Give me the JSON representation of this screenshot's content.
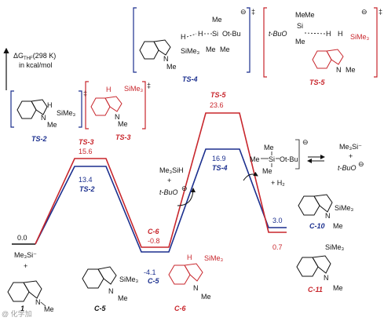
{
  "colors": {
    "blue": "#1b2f8e",
    "red": "#c8262c",
    "black": "#111111"
  },
  "axis": {
    "label_line1": "ΔG",
    "label_sub": "THF",
    "label_rest": "(298 K)",
    "label_line2": "in kcal/mol"
  },
  "levels": {
    "start": {
      "value": "0.0",
      "species": "Me₃Si⁻",
      "plus": "+",
      "compound": "1",
      "compound_sub": "N–Me"
    },
    "ts2": {
      "name": "TS-2",
      "value": "13.4"
    },
    "ts3": {
      "name": "TS-3",
      "value": "15.6"
    },
    "c5": {
      "name": "C-5",
      "value": "-4.1"
    },
    "c6": {
      "name": "C-6",
      "value": "-0.8"
    },
    "ts4": {
      "name": "TS-4",
      "value": "16.9"
    },
    "ts5": {
      "name": "TS-5",
      "value": "23.6"
    },
    "c10": {
      "name": "C-10",
      "value": "3.0"
    },
    "c11": {
      "name": "C-11",
      "value": "0.7"
    }
  },
  "reagents": {
    "me3sih": "Me₃SiH",
    "plus": "+",
    "tbuo": "t-BuO",
    "h2": "+ H₂",
    "right_species": "Me₃Si⁻",
    "right_plus": "+",
    "right_tbuo": "t-BuO"
  },
  "labels": {
    "sime3": "SiMe₃",
    "me": "Me",
    "h": "H",
    "si": "Si",
    "otbu": "Ot-Bu",
    "tbuo_short": "t-BuO",
    "n": "N",
    "dagger": "‡",
    "minus": "⊖",
    "watermark": "@ 化学加"
  }
}
